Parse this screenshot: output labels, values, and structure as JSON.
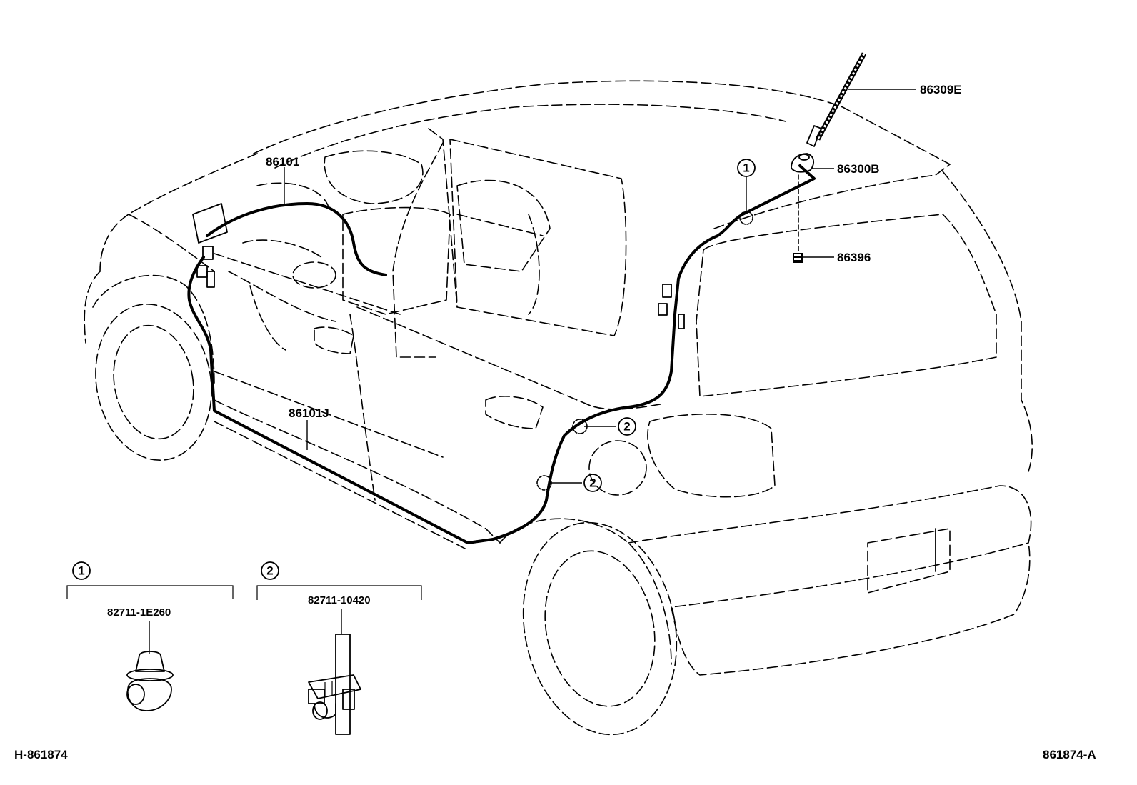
{
  "parts": {
    "antenna_rod": "86309E",
    "antenna_base": "86300B",
    "antenna_pad": "86396",
    "cable_front": "86101",
    "cable_main": "86101J"
  },
  "callouts": {
    "c1": "1",
    "c2a": "2",
    "c2b": "2"
  },
  "detail_1": {
    "marker": "1",
    "part_no": "82711-1E260"
  },
  "detail_2": {
    "marker": "2",
    "part_no": "82711-10420"
  },
  "footer": {
    "left_code": "H-861874",
    "right_code": "861874-A"
  }
}
